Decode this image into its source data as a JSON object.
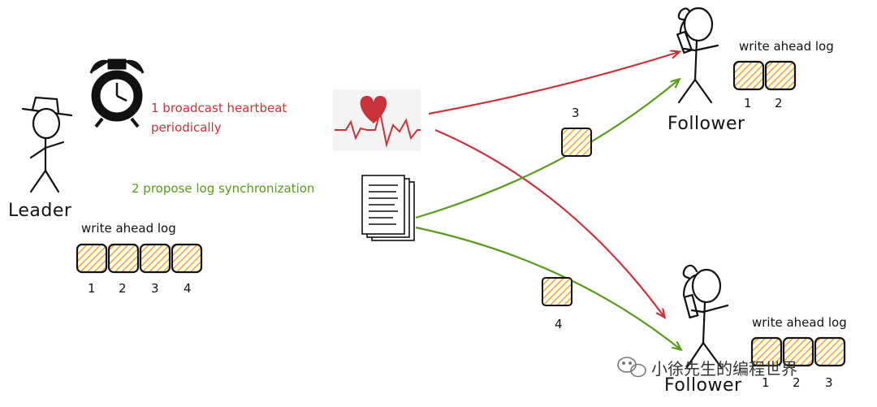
{
  "leader": {
    "label": "Leader",
    "wal_label": "write ahead log",
    "entries": [
      "1",
      "2",
      "3",
      "4"
    ]
  },
  "follower_top": {
    "label": "Follower",
    "wal_label": "write ahead log",
    "entries": [
      "1",
      "2"
    ]
  },
  "follower_bottom": {
    "label": "Follower",
    "wal_label": "write ahead log",
    "entries": [
      "1",
      "2",
      "3"
    ]
  },
  "steps": {
    "heartbeat_line1": "1 broadcast heartbeat",
    "heartbeat_line2": "periodically",
    "sync": "2 propose log synchronization"
  },
  "in_flight": {
    "to_top": "3",
    "to_bottom": "4"
  },
  "watermark": "小徐先生的编程世界",
  "colors": {
    "heartbeat": "#c8323a",
    "sync": "#5a9a1e",
    "entry_fill": "#f7b733",
    "ink": "#111111"
  }
}
